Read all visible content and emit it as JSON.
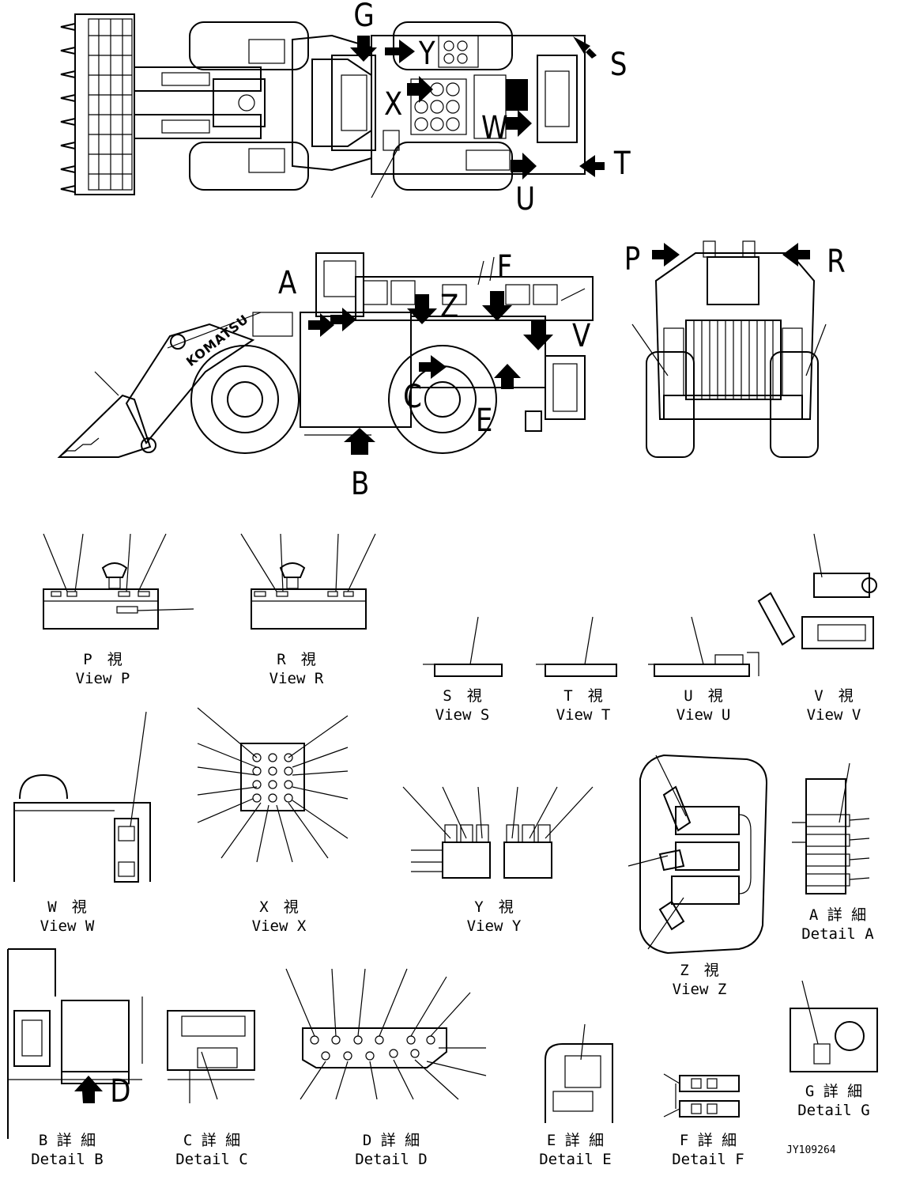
{
  "drawing_number": "JY109264",
  "arrow_letters": {
    "G": "G",
    "Y": "Y",
    "X": "X",
    "W": "W",
    "S": "S",
    "T": "T",
    "U": "U",
    "A": "A",
    "F": "F",
    "Z": "Z",
    "V": "V",
    "B": "B",
    "C": "C",
    "E": "E",
    "P": "P",
    "R": "R",
    "D": "D"
  },
  "views": [
    {
      "jp": "P　視",
      "en": "View P"
    },
    {
      "jp": "R　視",
      "en": "View R"
    },
    {
      "jp": "S　視",
      "en": "View S"
    },
    {
      "jp": "T　視",
      "en": "View T"
    },
    {
      "jp": "U　視",
      "en": "View U"
    },
    {
      "jp": "V　視",
      "en": "View V"
    },
    {
      "jp": "W　視",
      "en": "View W"
    },
    {
      "jp": "X　視",
      "en": "View X"
    },
    {
      "jp": "Y　視",
      "en": "View Y"
    },
    {
      "jp": "A 詳 細",
      "en": "Detail A"
    },
    {
      "jp": "Z　視",
      "en": "View Z"
    },
    {
      "jp": "B 詳 細",
      "en": "Detail B"
    },
    {
      "jp": "C 詳 細",
      "en": "Detail C"
    },
    {
      "jp": "D 詳 細",
      "en": "Detail D"
    },
    {
      "jp": "E 詳 細",
      "en": "Detail E"
    },
    {
      "jp": "F 詳 細",
      "en": "Detail F"
    },
    {
      "jp": "G 詳 細",
      "en": "Detail G"
    }
  ],
  "logo_text": "KOMATSU"
}
